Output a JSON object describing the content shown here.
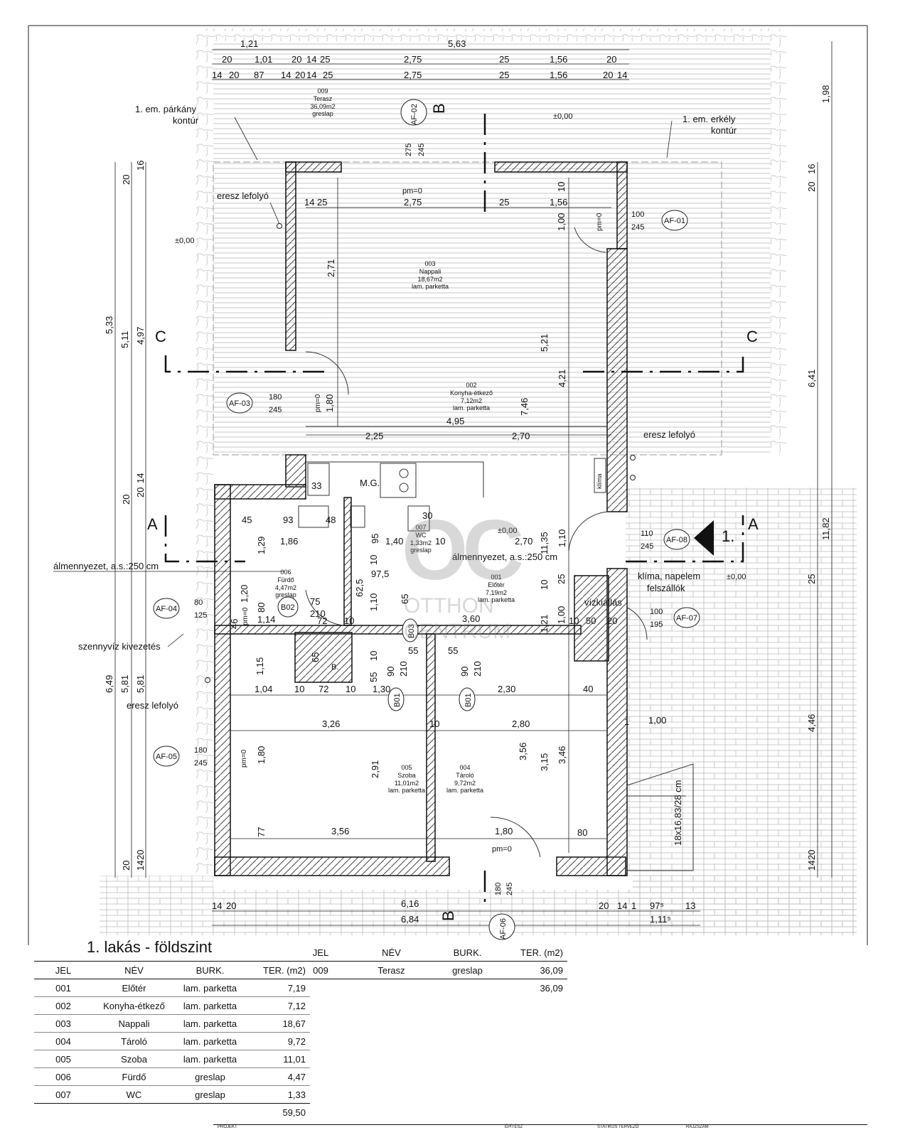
{
  "plan": {
    "overall_dims": [
      "1,21",
      "5,63"
    ],
    "top_dims_row1": [
      "20",
      "1,01",
      "20",
      "14",
      "25",
      "2,75",
      "25",
      "1,56",
      "20"
    ],
    "top_dims_row2": [
      "14",
      "20",
      "87",
      "14",
      "20",
      "14",
      "25",
      "2,75",
      "25",
      "1,56",
      "20",
      "14"
    ],
    "bottom_dims": [
      "14",
      "20",
      "6,16",
      "20",
      "14",
      "1",
      "97⁵",
      "13",
      "6,84",
      "1,11⁵"
    ],
    "right_dims": [
      "1,98",
      "20",
      "16",
      "6,41",
      "11,82",
      "25",
      "4,46",
      "14",
      "20"
    ],
    "left_dims": [
      "20",
      "16",
      "5,33",
      "5,11",
      "4,97",
      "20",
      "20",
      "14",
      "6,49",
      "5,81",
      "5,81",
      "20",
      "14",
      "20"
    ],
    "inner_dims": [
      "14",
      "25",
      "2,75",
      "25",
      "1,56",
      "10",
      "1,00",
      "2,71",
      "5,21",
      "4,21",
      "7,46",
      "11,35",
      "1,10",
      "2,25",
      "2,70",
      "4,95",
      "1,80",
      "33",
      "45",
      "93",
      "48",
      "30",
      "95",
      "1,29",
      "1,86",
      "1,40",
      "10",
      "2,70",
      "97,5",
      "62,5",
      "10",
      "1,10",
      "65",
      "75",
      "210",
      "72",
      "10",
      "3,60",
      "1,21",
      "1,00",
      "10",
      "50",
      "20",
      "10",
      "25",
      "1,14",
      "80",
      "1,20",
      "46",
      "1,15",
      "65",
      "55",
      "55",
      "10",
      "55",
      "90",
      "210",
      "90",
      "210",
      "1,04",
      "10",
      "72",
      "10",
      "1,30",
      "2,30",
      "40",
      "3,26",
      "10",
      "2,80",
      "1",
      "1,00",
      "2,91",
      "3,56",
      "3,15",
      "3,46",
      "1,80",
      "77",
      "3,56",
      "1,80",
      "80",
      "18x16,83/28 cm"
    ],
    "rooms": [
      {
        "code": "009",
        "name": "Terasz",
        "area": "36,09m2",
        "finish": "greslap"
      },
      {
        "code": "003",
        "name": "Nappali",
        "area": "18,67m2",
        "finish": "lam. parketta"
      },
      {
        "code": "002",
        "name": "Konyha-étkező",
        "area": "7,12m2",
        "finish": "lam. parketta"
      },
      {
        "code": "007",
        "name": "WC",
        "area": "1,33m2",
        "finish": "greslap"
      },
      {
        "code": "006",
        "name": "Fürdő",
        "area": "4,47m2",
        "finish": "greslap"
      },
      {
        "code": "001",
        "name": "Előtér",
        "area": "7,19m2",
        "finish": "lam. parketta"
      },
      {
        "code": "005",
        "name": "Szoba",
        "area": "11,01m2",
        "finish": "lam. parketta"
      },
      {
        "code": "004",
        "name": "Tároló",
        "area": "9,72m2",
        "finish": "lam. parketta"
      }
    ],
    "annotations": {
      "parkany": "1. em. párkány",
      "kontur": "kontúr",
      "erkely": "1. em. erkély",
      "eresz": "eresz lefolyó",
      "almennyezet": "álmennyezet, a.s.:250 cm",
      "klima_napelem": "klíma, napelem",
      "felszallok": "felszállók",
      "vizkiallas": "vízkiállás",
      "szennyviz": "szennyvíz kivezetés",
      "klima": "klíma",
      "mg": "M.G.",
      "level": "±0,00",
      "pm": "pm=0",
      "b_small": "B."
    },
    "sections": {
      "b": "B",
      "c": "C",
      "a": "A",
      "floor_mark": "1."
    },
    "windows": [
      {
        "tag": "AF-02",
        "w": "275",
        "h": "245"
      },
      {
        "tag": "AF-01",
        "w": "100",
        "h": "245"
      },
      {
        "tag": "AF-03",
        "w": "180",
        "h": "245"
      },
      {
        "tag": "AF-08",
        "w": "110",
        "h": "245"
      },
      {
        "tag": "AF-04",
        "w": "80",
        "h": "125"
      },
      {
        "tag": "AF-07",
        "w": "100",
        "h": "195"
      },
      {
        "tag": "AF-05",
        "w": "180",
        "h": "245"
      },
      {
        "tag": "AF-06",
        "w": "180",
        "h": "245"
      }
    ],
    "doors": [
      "B02",
      "B03",
      "B01",
      "B01"
    ],
    "watermark": {
      "logo": "OC",
      "line1": "OTTHON",
      "line2": "CENTRUM"
    }
  },
  "schedule": {
    "title": "1. lakás - földszint",
    "headers": {
      "jel": "JEL",
      "nev": "NÉV",
      "burk": "BURK.",
      "ter": "TER. (m2)"
    },
    "rows": [
      {
        "jel": "001",
        "nev": "Előtér",
        "burk": "lam. parketta",
        "ter": "7,19"
      },
      {
        "jel": "002",
        "nev": "Konyha-étkező",
        "burk": "lam. parketta",
        "ter": "7,12"
      },
      {
        "jel": "003",
        "nev": "Nappali",
        "burk": "lam. parketta",
        "ter": "18,67"
      },
      {
        "jel": "004",
        "nev": "Tároló",
        "burk": "lam. parketta",
        "ter": "9,72"
      },
      {
        "jel": "005",
        "nev": "Szoba",
        "burk": "lam. parketta",
        "ter": "11,01"
      },
      {
        "jel": "006",
        "nev": "Fürdő",
        "burk": "greslap",
        "ter": "4,47"
      },
      {
        "jel": "007",
        "nev": "WC",
        "burk": "greslap",
        "ter": "1,33"
      }
    ],
    "total": "59,50"
  },
  "terrace_schedule": {
    "headers": {
      "jel": "JEL",
      "nev": "NÉV",
      "burk": "BURK.",
      "ter": "TER. (m2)"
    },
    "rows": [
      {
        "jel": "009",
        "nev": "Terasz",
        "burk": "greslap",
        "ter": "36,09"
      }
    ],
    "total": "36,09"
  },
  "title_block": {
    "cells": [
      "PROJEKT",
      "ÉPÍTÉSZ",
      "STATIKUS TERVEZŐ",
      "RAJZSZÁM"
    ]
  }
}
